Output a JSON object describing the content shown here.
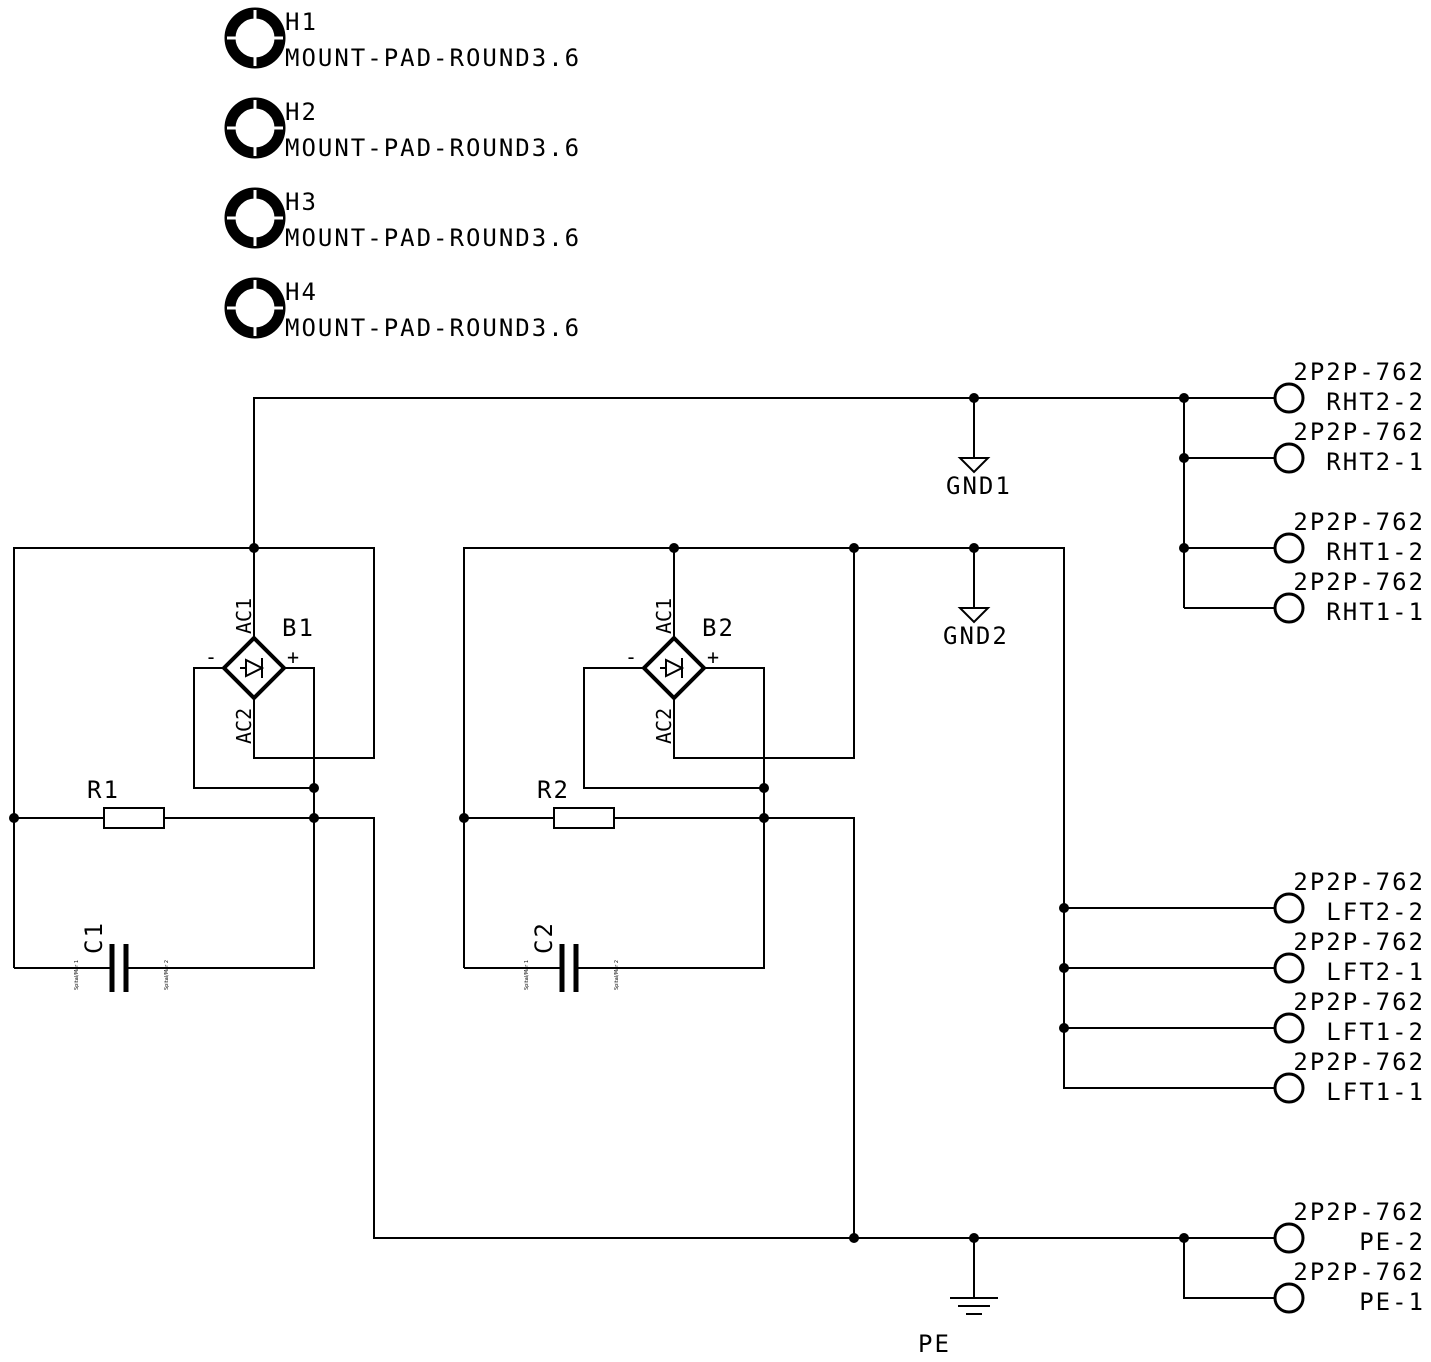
{
  "mount_holes": [
    {
      "ref": "H1",
      "value": "MOUNT-PAD-ROUND3.6"
    },
    {
      "ref": "H2",
      "value": "MOUNT-PAD-ROUND3.6"
    },
    {
      "ref": "H3",
      "value": "MOUNT-PAD-ROUND3.6"
    },
    {
      "ref": "H4",
      "value": "MOUNT-PAD-ROUND3.6"
    }
  ],
  "bridges": [
    {
      "ref": "B1",
      "ac1": "AC1",
      "ac2": "AC2",
      "minus": "-",
      "plus": "+"
    },
    {
      "ref": "B2",
      "ac1": "AC1",
      "ac2": "AC2",
      "minus": "-",
      "plus": "+"
    }
  ],
  "resistors": [
    {
      "ref": "R1"
    },
    {
      "ref": "R2"
    }
  ],
  "capacitors": [
    {
      "ref": "C1",
      "pin1": "Spital/Mar 1",
      "pin2": "Spital/Mar 2"
    },
    {
      "ref": "C2",
      "pin1": "Spital/Mar 1",
      "pin2": "Spital/Mar 2"
    }
  ],
  "grounds": [
    {
      "label": "GND1"
    },
    {
      "label": "GND2"
    },
    {
      "label": "PE"
    }
  ],
  "connectors": [
    {
      "part": "2P2P-762",
      "label": "RHT2-2"
    },
    {
      "part": "2P2P-762",
      "label": "RHT2-1"
    },
    {
      "part": "2P2P-762",
      "label": "RHT1-2"
    },
    {
      "part": "2P2P-762",
      "label": "RHT1-1"
    },
    {
      "part": "2P2P-762",
      "label": "LFT2-2"
    },
    {
      "part": "2P2P-762",
      "label": "LFT2-1"
    },
    {
      "part": "2P2P-762",
      "label": "LFT1-2"
    },
    {
      "part": "2P2P-762",
      "label": "LFT1-1"
    },
    {
      "part": "2P2P-762",
      "label": "PE-2"
    },
    {
      "part": "2P2P-762",
      "label": "PE-1"
    }
  ]
}
